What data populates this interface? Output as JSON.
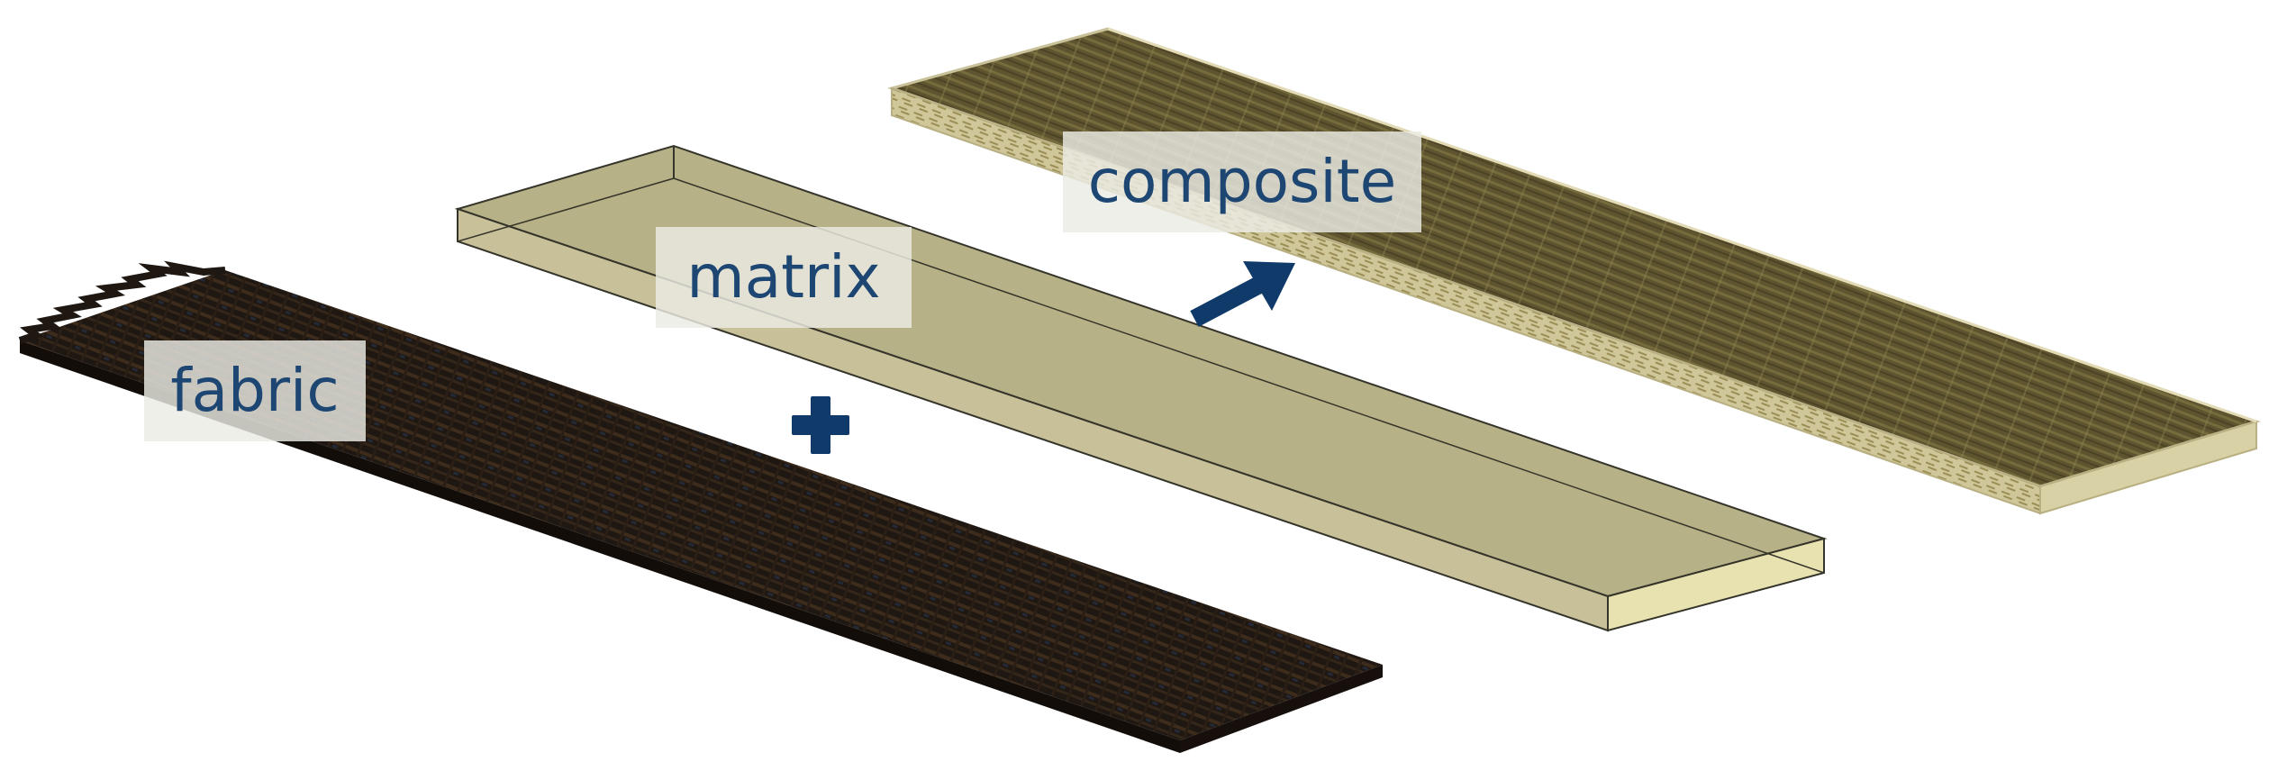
{
  "labels": {
    "fabric": "fabric",
    "matrix": "matrix",
    "composite": "composite"
  },
  "icons": {
    "plus": "plus-icon",
    "arrow": "arrow-icon"
  },
  "colors": {
    "label_text": "#1d4672",
    "label_background": "#ebebe4",
    "symbol": "#0f3a69",
    "fabric_dark": "#1e1712",
    "fabric_strand": "#4a3320",
    "matrix_top": "#b7b187",
    "matrix_side": "#e8e1b0",
    "matrix_edge": "#35342a",
    "composite_top": "#5e5430",
    "composite_side": "#cfc79a",
    "composite_stripe": "#9b8e55"
  }
}
